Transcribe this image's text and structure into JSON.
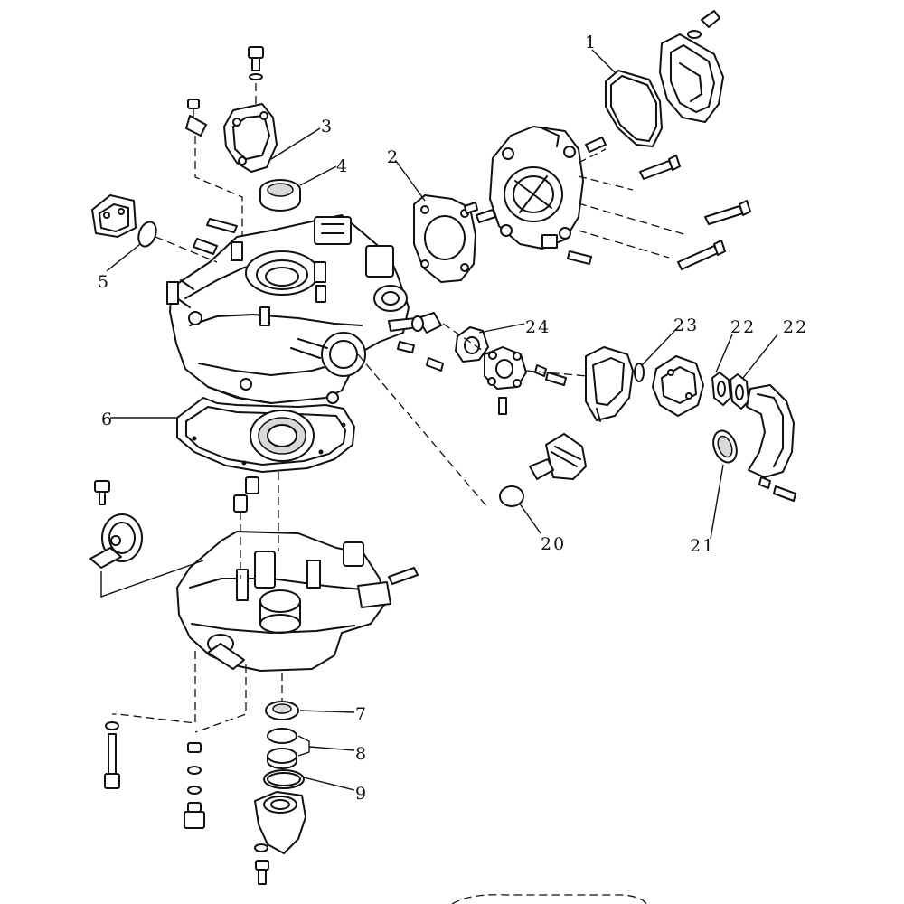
{
  "labels": {
    "l1": "1",
    "l2": "2",
    "l3": "3",
    "l4": "4",
    "l5": "5",
    "l6": "6",
    "l7": "7",
    "l8": "8",
    "l9": "9",
    "l20": "20",
    "l21": "21",
    "l22a": "22",
    "l22b": "22",
    "l23": "23",
    "l24": "24"
  }
}
